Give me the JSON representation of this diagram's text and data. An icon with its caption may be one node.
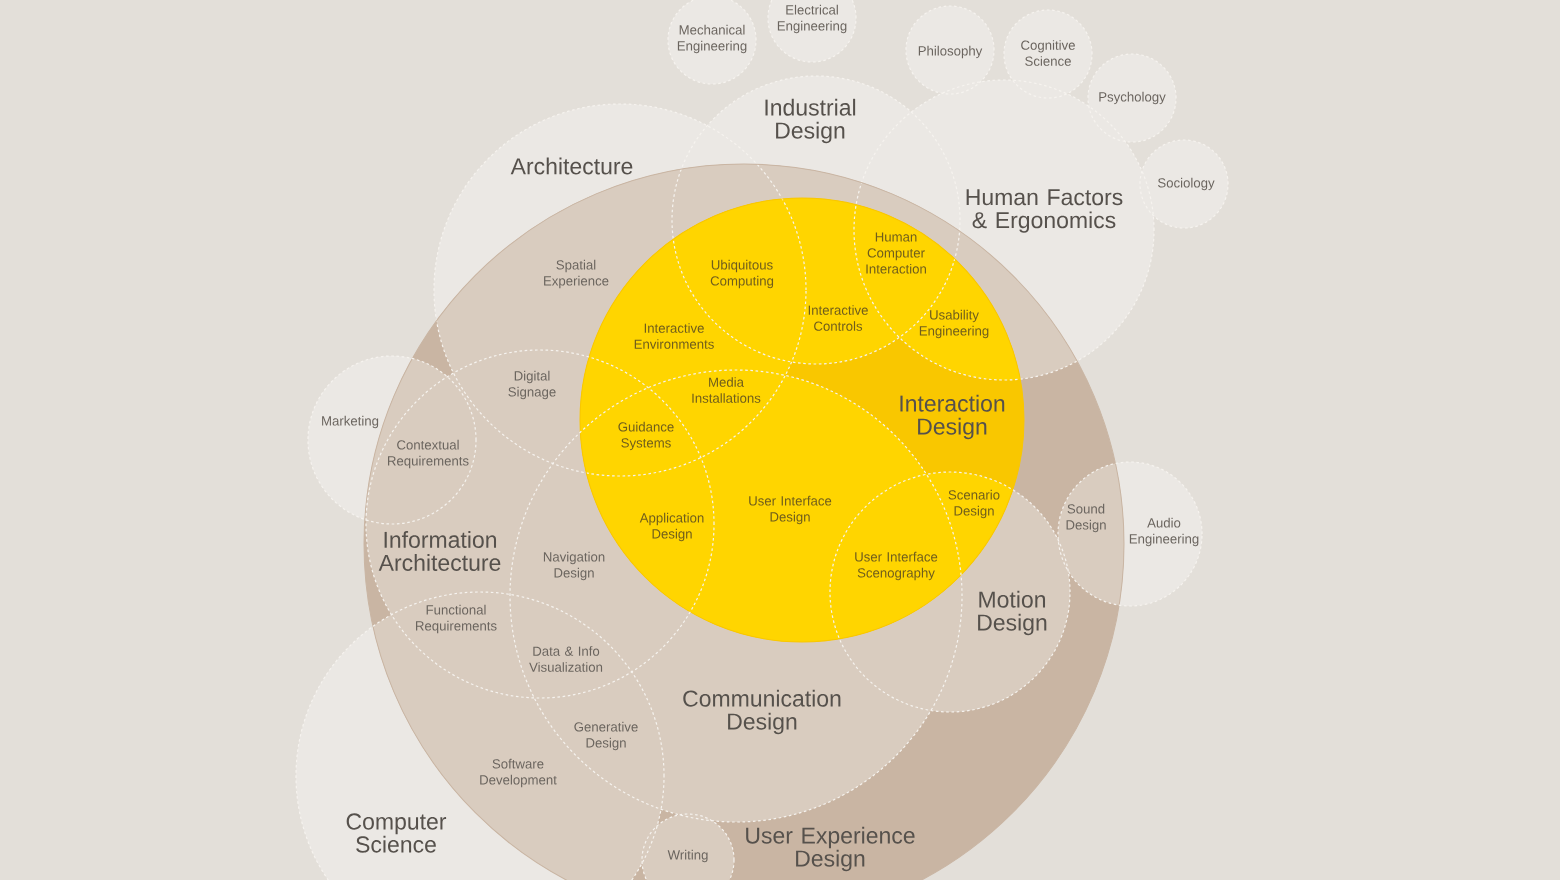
{
  "diagram": {
    "nodes": [
      {
        "text": [
          "Electrical Engineering"
        ]
      },
      {
        "text": [
          "Mechanical Engineering"
        ]
      },
      {
        "text": [
          "Philosophy"
        ]
      },
      {
        "text": [
          "Cognitive Science"
        ]
      },
      {
        "text": [
          "Psychology"
        ]
      },
      {
        "text": [
          "Industrial Design"
        ]
      },
      {
        "text": [
          "Architecture"
        ]
      },
      {
        "text": [
          "Sociology"
        ]
      },
      {
        "text": [
          "Human Factors & Ergonomics"
        ]
      },
      {
        "text": [
          "User Experience Design"
        ]
      },
      {
        "text": [
          "Interaction Design"
        ],
        "in": 9
      },
      {
        "text": [
          "Marketing"
        ]
      },
      {
        "text": [
          "Audio Engineering"
        ]
      },
      {
        "text": [
          "Information Architecture"
        ],
        "in": 9
      },
      {
        "text": [
          "Motion Design"
        ],
        "in": 9
      },
      {
        "text": [
          "Communication Design"
        ],
        "in": 9
      },
      {
        "text": [
          "Computer Science"
        ]
      },
      {
        "text": [
          "Writing"
        ],
        "in": 9
      }
    ],
    "labels": [
      "Human Computer Interaction",
      "Spatial Experience",
      "Ubiquitous Computing",
      "Interactive Controls",
      "Usability Engineering",
      "Interactive Environments",
      "Digital Signage",
      "Media Installations",
      "Guidance Systems",
      "Contextual Requirements",
      "Scenario Design",
      "User Interface Design",
      "Sound Design",
      "Application Design",
      "Navigation Design",
      "User Interface Scenography",
      "Functional Requirements",
      "Data & Info Visualization",
      "Generative Design",
      "Software Development"
    ]
  }
}
